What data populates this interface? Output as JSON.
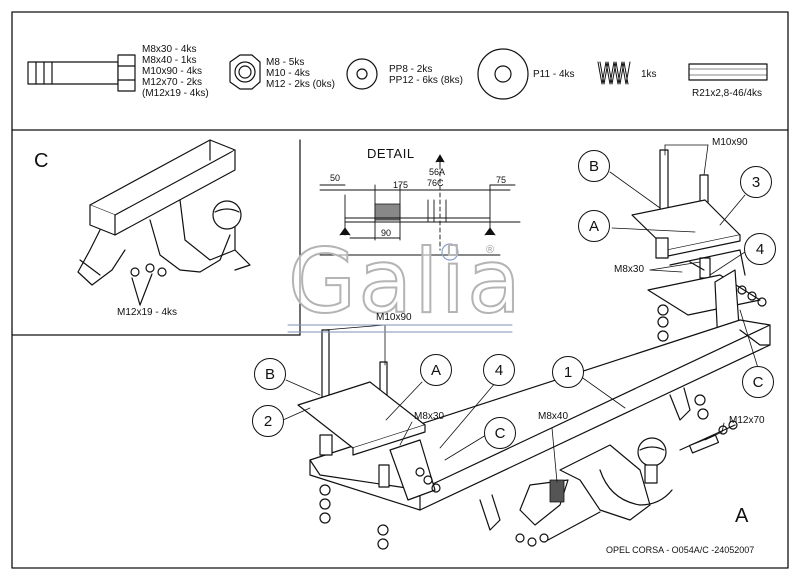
{
  "hardware": {
    "bolt": [
      "M8x30 - 4ks",
      "M8x40 - 1ks",
      "M10x90 - 4ks",
      "M12x70 - 2ks",
      "(M12x19 - 4ks)"
    ],
    "nut": [
      "M8 - 5ks",
      "M10 - 4ks",
      "M12 - 2ks (0ks)"
    ],
    "washer_small": [
      "PP8 - 2ks",
      "PP12 - 6ks (8ks)"
    ],
    "washer_large": "P11 - 4ks",
    "spring": "1ks",
    "spacer": "R21x2,8-46/4ks"
  },
  "detail_c": {
    "letter": "C",
    "bolt_label": "M12x19 - 4ks"
  },
  "detail": {
    "title": "DETAIL",
    "dims": {
      "d50": "50",
      "d175": "175",
      "d56a": "56A",
      "d76c": "76C",
      "d75": "75",
      "d90": "90"
    }
  },
  "logo": {
    "text": "Galia",
    "reg": "®"
  },
  "main": {
    "view_letter": "A",
    "labels": {
      "m10x90_left": "M10x90",
      "m10x90_right": "M10x90",
      "m8x30_left": "M8x30",
      "m8x30_right": "M8x30",
      "m8x40": "M8x40",
      "m12x70": "M12x70"
    },
    "callouts": {
      "b_left": "B",
      "a_left": "A",
      "four_left": "4",
      "one": "1",
      "two": "2",
      "c_mid": "C",
      "b_right": "B",
      "three": "3",
      "a_right": "A",
      "four_right": "4",
      "c_right": "C"
    }
  },
  "footer": "OPEL CORSA - O054A/C -24052007"
}
